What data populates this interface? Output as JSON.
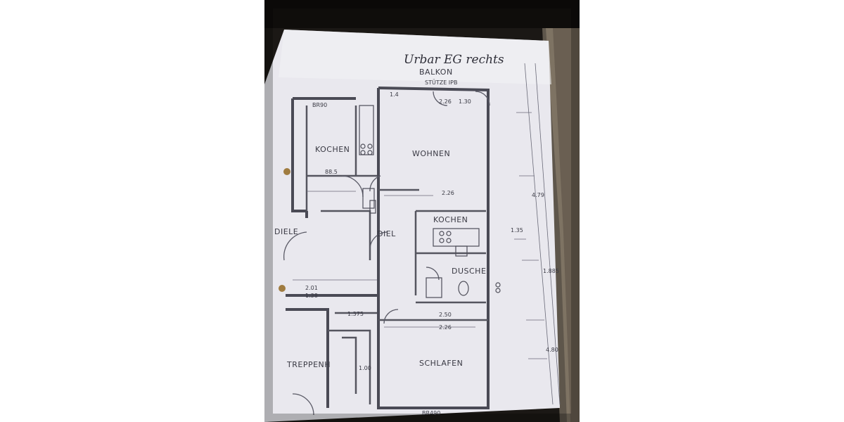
{
  "plan": {
    "title": "Urbar EG rechts",
    "balcony": "BALKON",
    "support_note": "STÜTZE IPB",
    "rooms": {
      "kitchen_1": "KOCHEN",
      "living": "WOHNEN",
      "hall_1": "DIELE",
      "hall_2": "DIEL",
      "kitchen_2": "KOCHEN",
      "shower": "DUSCHE",
      "stairs": "TREPPENH",
      "bedroom": "SCHLAFEN"
    },
    "dimensions": {
      "kitchen_width": "BR90",
      "kitchen_dim": "88.5",
      "living_top_1": "2.26",
      "living_top_2": "1.30",
      "balcony_door": "1.4",
      "hall_top": "2.26",
      "hall_mid_1": "2.01",
      "hall_mid_2": "1.38",
      "bedroom_top_1": "2.50",
      "bedroom_top_2": "2.26",
      "bedroom_width": "BR490",
      "stairs_1": "1.00",
      "stairs_2": "1.375",
      "right_1": "4.79",
      "right_2": "1.35",
      "right_3": "1.885",
      "right_4": "4.80"
    }
  }
}
